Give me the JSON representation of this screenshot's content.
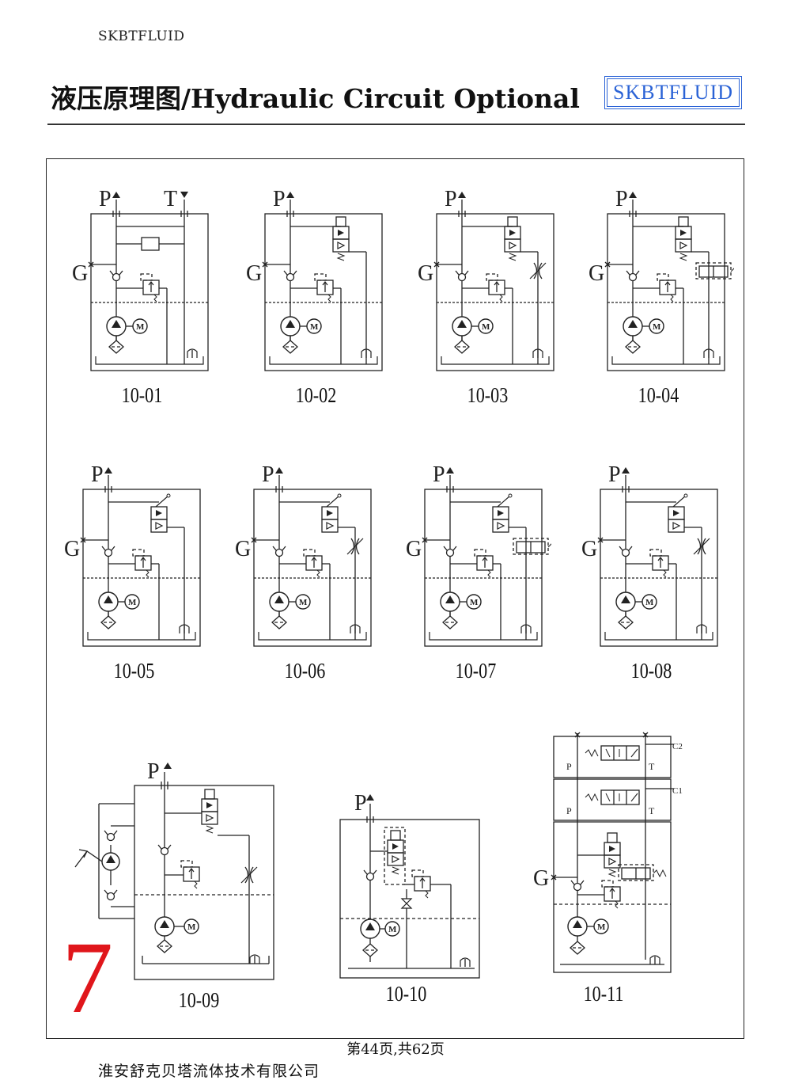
{
  "header": {
    "brand_top": "SKBTFLUID",
    "title": "液压原理图/Hydraulic Circuit Optional",
    "logo_text": "SKBTFLUID"
  },
  "diagrams": [
    {
      "id": "10-01",
      "label": "10-01"
    },
    {
      "id": "10-02",
      "label": "10-02"
    },
    {
      "id": "10-03",
      "label": "10-03"
    },
    {
      "id": "10-04",
      "label": "10-04"
    },
    {
      "id": "10-05",
      "label": "10-05"
    },
    {
      "id": "10-06",
      "label": "10-06"
    },
    {
      "id": "10-07",
      "label": "10-07"
    },
    {
      "id": "10-08",
      "label": "10-08"
    },
    {
      "id": "10-09",
      "label": "10-09"
    },
    {
      "id": "10-10",
      "label": "10-10"
    },
    {
      "id": "10-11",
      "label": "10-11"
    }
  ],
  "port_labels": {
    "p": "P",
    "t": "T",
    "g": "G",
    "c1": "C1",
    "c2": "C2"
  },
  "overlay": {
    "big_number": "7",
    "big_number_color": "#e0161b"
  },
  "footer": {
    "page_number": "第44页,共62页",
    "company": "淮安舒克贝塔流体技术有限公司"
  },
  "colors": {
    "logo": "#2b63d6",
    "line": "#222222"
  }
}
